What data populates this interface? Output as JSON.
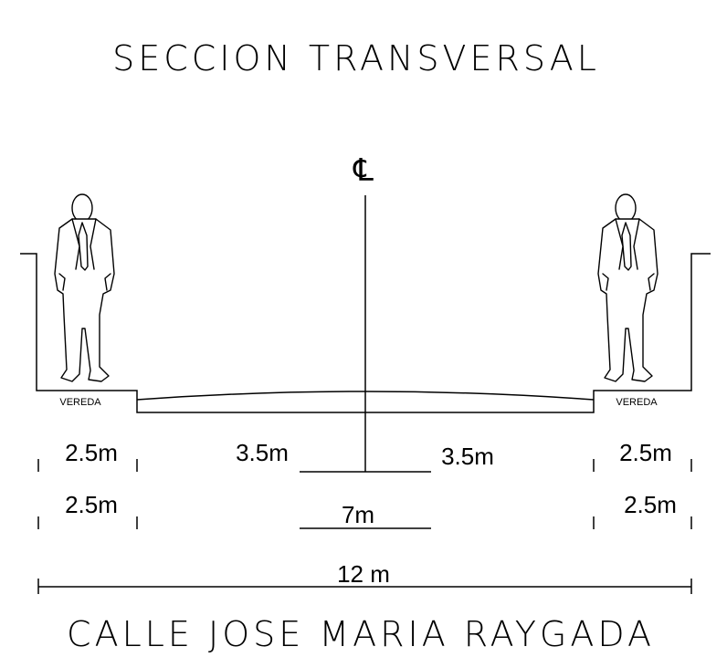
{
  "title": "SECCION TRANSVERSAL",
  "street_name": "CALLE JOSE MARIA RAYGADA",
  "centerline_symbol": "℄",
  "sidewalk_label_left": "VEREDA",
  "sidewalk_label_right": "VEREDA",
  "row1": {
    "left_sidewalk": "2.5m",
    "left_lane": "3.5m",
    "right_lane": "3.5m",
    "right_sidewalk": "2.5m"
  },
  "row2": {
    "left_sidewalk": "2.5m",
    "roadway": "7m",
    "right_sidewalk": "2.5m"
  },
  "row3": {
    "total": "12 m"
  }
}
